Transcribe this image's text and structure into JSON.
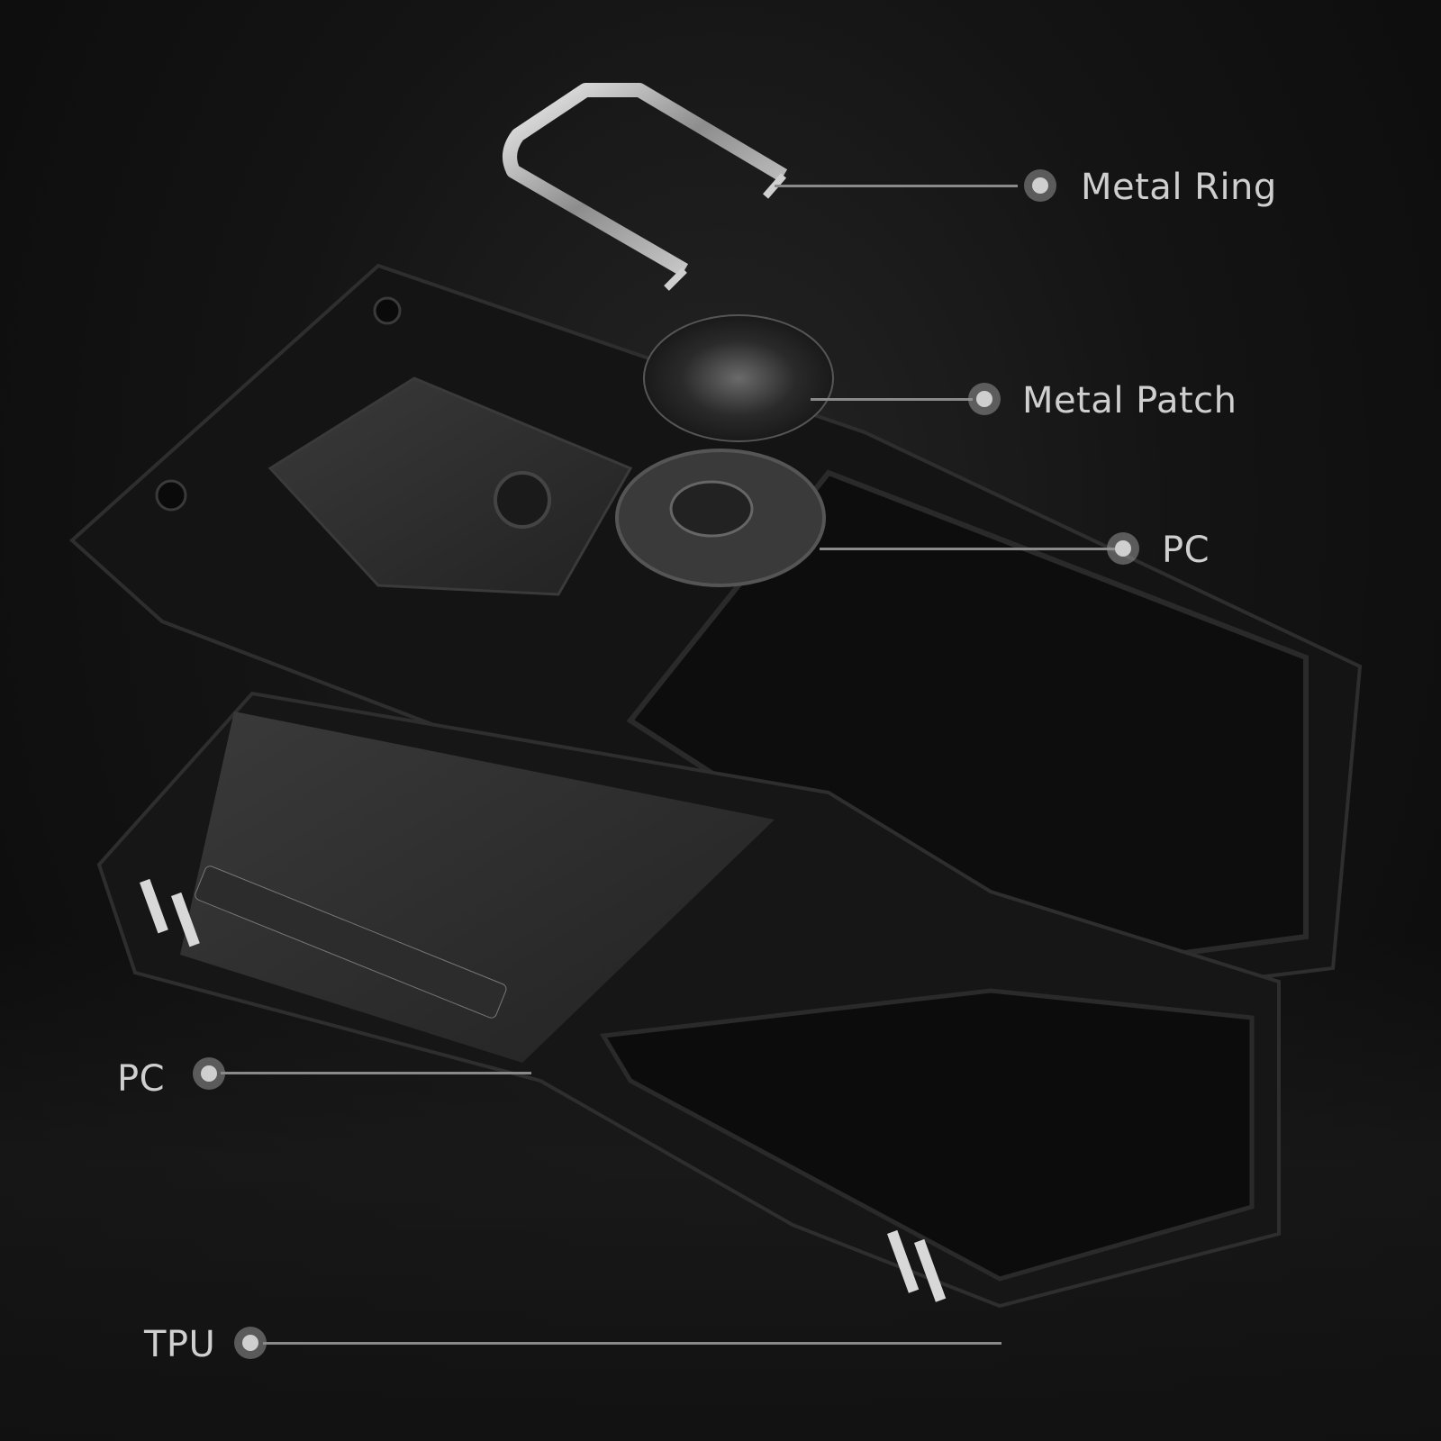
{
  "diagram": {
    "type": "exploded-product-view",
    "subject": "rugged flip phone case with ring holder",
    "colors": {
      "background": "#0e0e0e",
      "label_text": "#cfcfcf",
      "leader_line": "#8a8a8a",
      "dot_outer": "#7a7a7a",
      "dot_inner": "#cfcfcf",
      "case_body": "#1c1c1c",
      "metal_highlight": "#d8d8d8"
    },
    "callouts": [
      {
        "id": "metal-ring",
        "label": "Metal Ring",
        "side": "right"
      },
      {
        "id": "metal-patch",
        "label": "Metal Patch",
        "side": "right"
      },
      {
        "id": "pc-upper",
        "label": "PC",
        "side": "right"
      },
      {
        "id": "pc-lower",
        "label": "PC",
        "side": "left"
      },
      {
        "id": "tpu",
        "label": "TPU",
        "side": "left"
      }
    ]
  }
}
